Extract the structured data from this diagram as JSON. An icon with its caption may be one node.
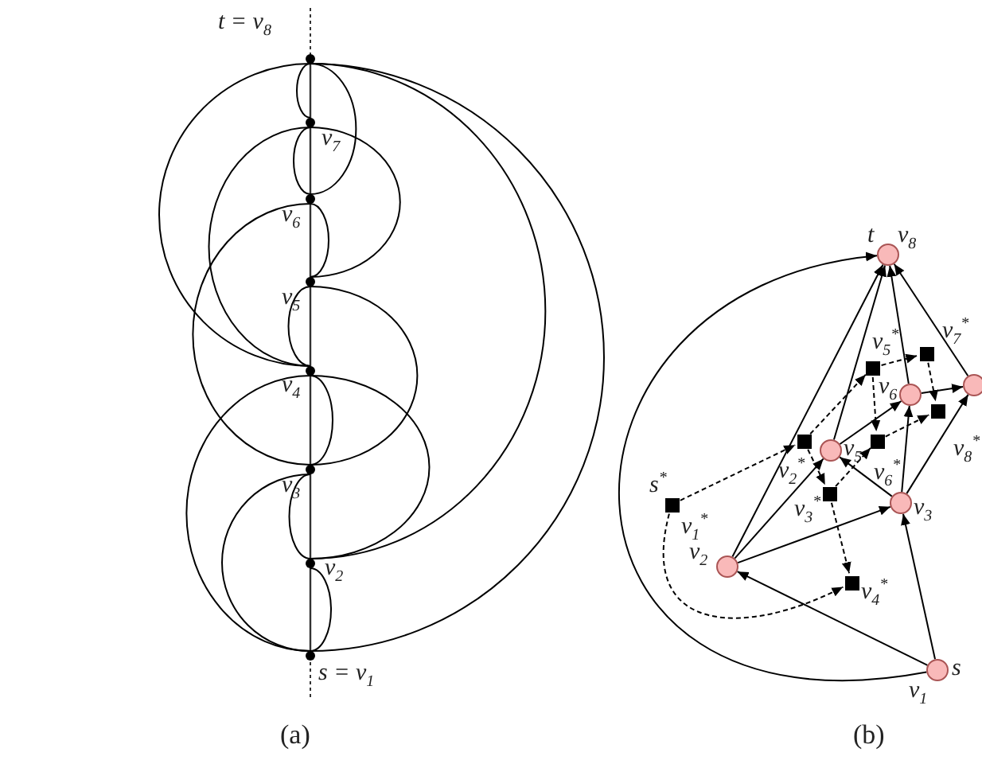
{
  "diagram": {
    "nodes": [
      {
        "text": [
          "t = v$_{8}$"
        ]
      },
      {
        "text": [
          "v$_{7}$"
        ]
      },
      {
        "text": [
          "v$_{6}$"
        ]
      },
      {
        "text": [
          "v$_{5}$"
        ]
      },
      {
        "text": [
          "v$_{4}$"
        ]
      },
      {
        "text": [
          "v$_{3}$"
        ]
      },
      {
        "text": [
          "v$_{2}$"
        ]
      },
      {
        "text": [
          "s = v$_{1}$"
        ]
      },
      {
        "text": [
          "t",
          "v$_{8}$"
        ]
      },
      {
        "text": [
          "v$_{5}$$^{*}$"
        ]
      },
      {
        "text": [
          "v$_{7}$$^{*}$"
        ]
      },
      {
        "text": [
          "v$_{6}$"
        ]
      },
      {
        "text": [],
        "shape": "circle"
      },
      {
        "text": [
          "v$_{8}$$^{*}$"
        ]
      },
      {
        "text": [
          "v$_{2}$$^{*}$"
        ]
      },
      {
        "text": [
          "v$_{5}$"
        ]
      },
      {
        "text": [
          "v$_{6}$$^{*}$"
        ]
      },
      {
        "text": [
          "s$^{*}$",
          "v$_{1}$$^{*}$"
        ]
      },
      {
        "text": [
          "v$_{3}$$^{*}$"
        ]
      },
      {
        "text": [
          "v$_{3}$"
        ]
      },
      {
        "text": [
          "v$_{2}$"
        ]
      },
      {
        "text": [
          "v$_{4}$$^{*}$"
        ]
      },
      {
        "text": [
          "s",
          "v$_{1}$"
        ]
      }
    ],
    "edges": [
      {
        "from": 7,
        "to": 0,
        "arrow": "none"
      },
      {
        "from": 6,
        "to": 0,
        "arrow": "none"
      },
      {
        "from": 6,
        "to": 4,
        "arrow": "none"
      },
      {
        "from": 5,
        "to": 3,
        "arrow": "none"
      },
      {
        "from": 3,
        "to": 1,
        "arrow": "none"
      },
      {
        "from": 2,
        "to": 0,
        "arrow": "none"
      },
      {
        "from": 7,
        "to": 6,
        "arrow": "none"
      },
      {
        "from": 5,
        "to": 4,
        "arrow": "none"
      },
      {
        "from": 3,
        "to": 2,
        "arrow": "none"
      },
      {
        "from": 7,
        "to": 5,
        "arrow": "none"
      },
      {
        "from": 7,
        "to": 4,
        "arrow": "none"
      },
      {
        "from": 4,
        "to": 0,
        "arrow": "none"
      },
      {
        "from": 4,
        "to": 1,
        "arrow": "none"
      },
      {
        "from": 5,
        "to": 2,
        "arrow": "none"
      },
      {
        "from": 2,
        "to": 1,
        "arrow": "none"
      },
      {
        "from": 4,
        "to": 3,
        "arrow": "none"
      },
      {
        "from": 6,
        "to": 5,
        "arrow": "none"
      },
      {
        "from": 1,
        "to": 0,
        "arrow": "none"
      },
      {
        "from": 22,
        "to": 20,
        "arrow": "to"
      },
      {
        "from": 22,
        "to": 19,
        "arrow": "to"
      },
      {
        "from": 22,
        "to": 8,
        "arrow": "to"
      },
      {
        "from": 20,
        "to": 19,
        "arrow": "to"
      },
      {
        "from": 20,
        "to": 15,
        "arrow": "to"
      },
      {
        "from": 20,
        "to": 8,
        "arrow": "to"
      },
      {
        "from": 19,
        "to": 15,
        "arrow": "to"
      },
      {
        "from": 19,
        "to": 11,
        "arrow": "to"
      },
      {
        "from": 19,
        "to": 12,
        "arrow": "to"
      },
      {
        "from": 15,
        "to": 11,
        "arrow": "to"
      },
      {
        "from": 15,
        "to": 8,
        "arrow": "to"
      },
      {
        "from": 11,
        "to": 12,
        "arrow": "to"
      },
      {
        "from": 11,
        "to": 8,
        "arrow": "to"
      },
      {
        "from": 12,
        "to": 8,
        "arrow": "to"
      },
      {
        "from": 17,
        "to": 14,
        "arrow": "to",
        "style": "dashed"
      },
      {
        "from": 17,
        "to": 21,
        "arrow": "to",
        "style": "dashed"
      },
      {
        "from": 14,
        "to": 9,
        "arrow": "to",
        "style": "dashed"
      },
      {
        "from": 14,
        "to": 18,
        "arrow": "to",
        "style": "dashed"
      },
      {
        "from": 9,
        "to": 10,
        "arrow": "to",
        "style": "dashed"
      },
      {
        "from": 9,
        "to": 16,
        "arrow": "to",
        "style": "dashed"
      },
      {
        "from": 10,
        "to": 13,
        "arrow": "to",
        "style": "dashed"
      },
      {
        "from": 18,
        "to": 16,
        "arrow": "to",
        "style": "dashed"
      },
      {
        "from": 16,
        "to": 13,
        "arrow": "to",
        "style": "dashed"
      },
      {
        "from": 18,
        "to": 21,
        "arrow": "to",
        "style": "dashed"
      }
    ],
    "labels": [
      "(a)",
      "(b)"
    ]
  }
}
